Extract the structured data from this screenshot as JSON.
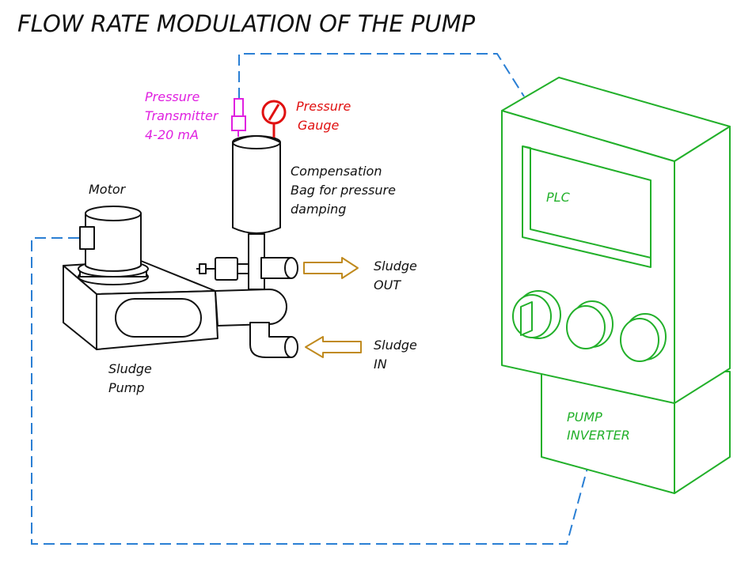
{
  "title": "FLOW RATE MODULATION OF THE PUMP",
  "colors": {
    "equipment": "#111111",
    "control_panel": "#22b02a",
    "signal_line": "#2a7fd4",
    "flow_arrow": "#c08a1e",
    "transmitter": "#e020e0",
    "gauge": "#e01010"
  },
  "labels": {
    "transmitter": [
      "Pressure",
      "Transmitter",
      "4-20 mA"
    ],
    "gauge": [
      "Pressure",
      "Gauge"
    ],
    "compensation": [
      "Compensation",
      "Bag for pressure",
      "damping"
    ],
    "motor": "Motor",
    "sludge_out": [
      "Sludge",
      "OUT"
    ],
    "sludge_in": [
      "Sludge",
      "IN"
    ],
    "pump": [
      "Sludge",
      "Pump"
    ],
    "plc": "PLC",
    "inverter": [
      "PUMP",
      "INVERTER"
    ]
  }
}
